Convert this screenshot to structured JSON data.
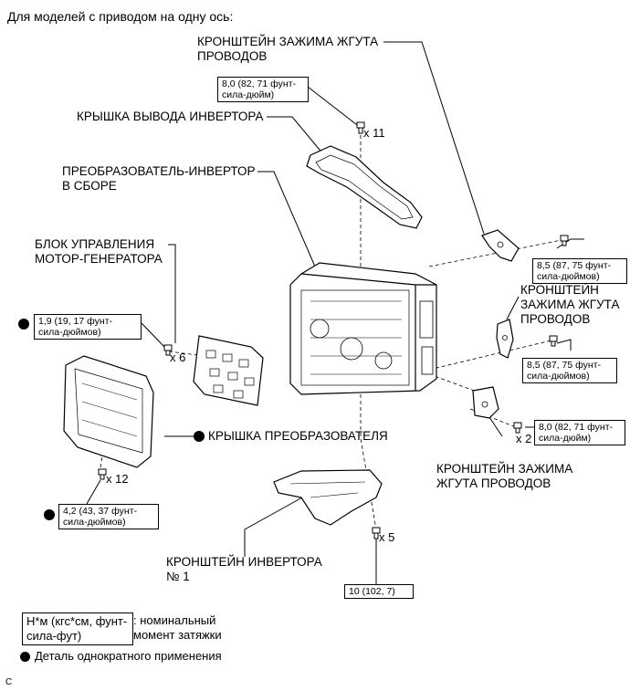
{
  "header": "Для моделей с приводом на одну ось:",
  "labels": {
    "harness_bracket_top": [
      "КРОНШТЕЙН ЗАЖИМА ЖГУТА",
      "ПРОВОДОВ"
    ],
    "inverter_terminal_cover": "КРЫШКА ВЫВОДА ИНВЕРТОРА",
    "inverter_assembly": [
      "ПРЕОБРАЗОВАТЕЛЬ-ИНВЕРТОР",
      "В СБОРЕ"
    ],
    "mg_control_unit": [
      "БЛОК УПРАВЛЕНИЯ",
      "МОТОР-ГЕНЕРАТОРА"
    ],
    "harness_bracket_mid": [
      "КРОНШТЕЙН",
      "ЗАЖИМА ЖГУТА",
      "ПРОВОДОВ"
    ],
    "converter_cover": "КРЫШКА ПРЕОБРАЗОВАТЕЛЯ",
    "harness_bracket_low": [
      "КРОНШТЕЙН ЗАЖИМА",
      "ЖГУТА ПРОВОДОВ"
    ],
    "inverter_bracket": [
      "КРОНШТЕЙН ИНВЕРТОРА",
      "№ 1"
    ]
  },
  "torques": {
    "top": [
      "8,0 (82, 71 фунт-",
      "сила-дюйм)"
    ],
    "left_upper": [
      "1,9 (19, 17 фунт-",
      "сила-дюймов)"
    ],
    "left_lower": [
      "4,2 (43, 37 фунт-",
      "сила-дюймов)"
    ],
    "right_upper": [
      "8,5 (87, 75 фунт-",
      "сила-дюймов)"
    ],
    "right_mid": [
      "8,5 (87, 75 фунт-",
      "сила-дюймов)"
    ],
    "right_lower": [
      "8,0 (82, 71 фунт-",
      "сила-дюйм)"
    ],
    "bottom": "10 (102, 7)"
  },
  "quantities": {
    "q11": "x 11",
    "q6": "x 6",
    "q12": "x 12",
    "q2": "x 2",
    "q5": "x 5"
  },
  "legend": {
    "unit_box": [
      "Н*м (кгс*см, фунт-",
      "сила-фут)"
    ],
    "unit_desc": [
      ": номинальный",
      "момент затяжки"
    ],
    "single_use": "Деталь однократного применения"
  },
  "footer_code": "C"
}
